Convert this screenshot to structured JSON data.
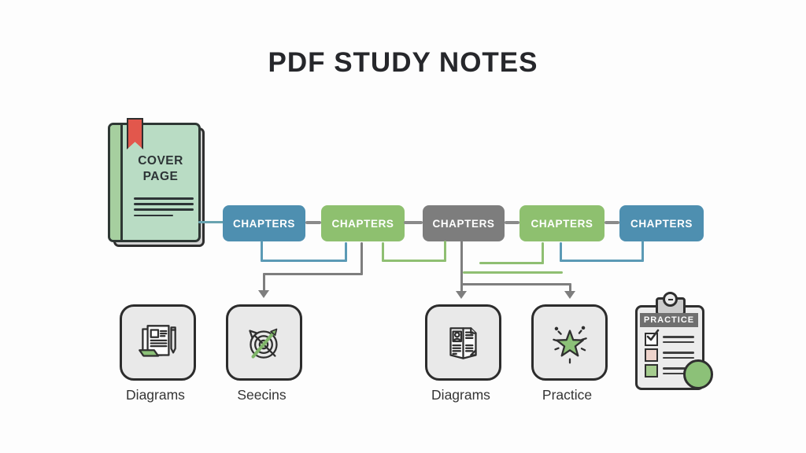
{
  "title": "PDF STUDY NOTES",
  "book": {
    "cover_label": "COVER PAGE"
  },
  "chapters": [
    {
      "label": "CHAPTERS",
      "color": "#4e8fb0"
    },
    {
      "label": "CHAPTERS",
      "color": "#8ec06f"
    },
    {
      "label": "CHAPTERS",
      "color": "#7d7d7d"
    },
    {
      "label": "CHAPTERS",
      "color": "#8ec06f"
    },
    {
      "label": "CHAPTERS",
      "color": "#4e8fb0"
    }
  ],
  "items": [
    {
      "icon": "document-pencil-icon",
      "label": "Diagrams"
    },
    {
      "icon": "target-arrows-icon",
      "label": "Seecins"
    },
    {
      "icon": "open-book-icon",
      "label": "Diagrams"
    },
    {
      "icon": "star-icon",
      "label": "Practice"
    }
  ],
  "clipboard": {
    "header_label": "PRACTICE",
    "icon": "checklist-clipboard-icon"
  },
  "colors": {
    "chapter_blue": "#4e8fb0",
    "chapter_green": "#8ec06f",
    "chapter_gray": "#7d7d7d",
    "connector_blue": "#5b9ab5",
    "connector_green": "#8fbf72",
    "connector_gray": "#7e7e7e",
    "book_cover": "#b9dcc4",
    "book_spine": "#a6cf9f",
    "bookmark_red": "#e2574c",
    "icon_green": "#8cc178"
  }
}
